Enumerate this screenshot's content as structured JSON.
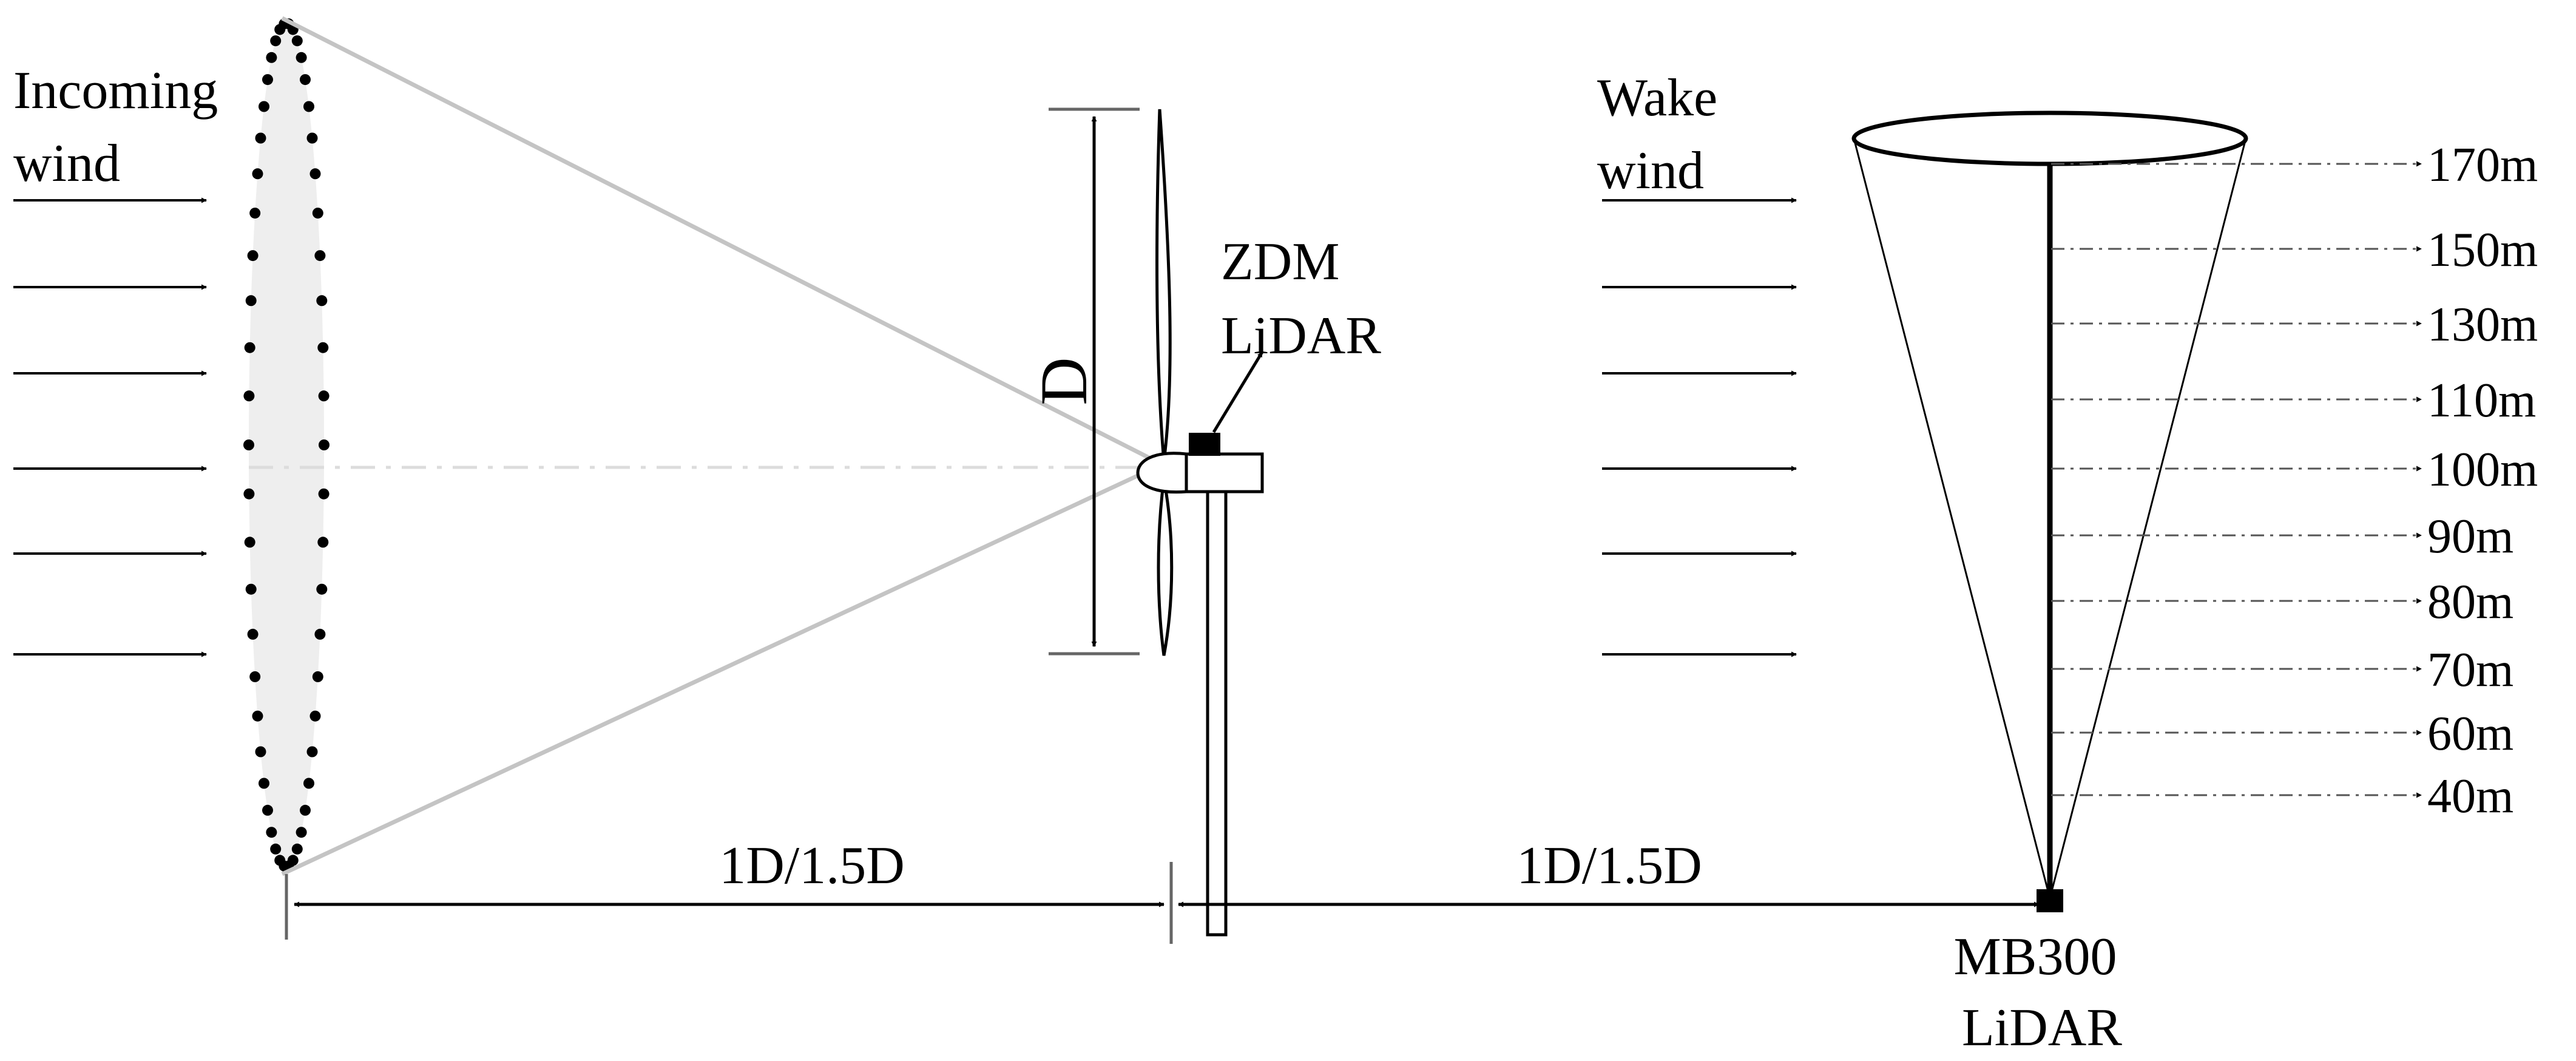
{
  "labels": {
    "incoming_line1": "Incoming",
    "incoming_line2": "wind",
    "wake_line1": "Wake",
    "wake_line2": "wind",
    "zdm_line1": "ZDM",
    "zdm_line2": "LiDAR",
    "mb300_line1": "MB300",
    "mb300_line2": "LiDAR",
    "rotor_diameter": "D",
    "distance_upstream": "1D/1.5D",
    "distance_downstream": "1D/1.5D"
  },
  "heights": [
    "170m",
    "150m",
    "130m",
    "110m",
    "100m",
    "90m",
    "80m",
    "70m",
    "60m",
    "40m"
  ]
}
